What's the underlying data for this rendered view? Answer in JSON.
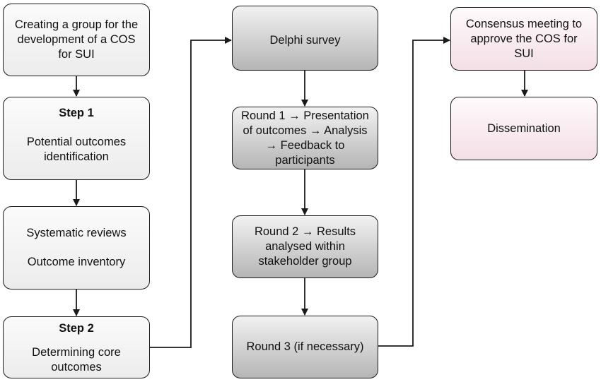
{
  "diagram": {
    "left_column": {
      "group": "Creating a group for the development of a COS for SUI",
      "step1_title": "Step 1",
      "step1_text": "Potential outcomes identification",
      "review_line1": "Systematic reviews",
      "review_line2": "Outcome inventory",
      "step2_title": "Step 2",
      "step2_text": "Determining core outcomes"
    },
    "middle_column": {
      "delphi": "Delphi survey",
      "round1": "Round 1 → Presentation of outcomes → Analysis → Feedback to participants",
      "round2": "Round 2 → Results analysed within stakeholder group",
      "round3": "Round 3 (if necessary)"
    },
    "right_column": {
      "consensus": "Consensus meeting to approve the COS for SUI",
      "dissemination": "Dissemination"
    }
  },
  "colors": {
    "line": "#1a1a1a",
    "light_box": "#f3f3f3",
    "grey_box": "#c4c4c4",
    "pink_box": "#f3dfe6"
  }
}
